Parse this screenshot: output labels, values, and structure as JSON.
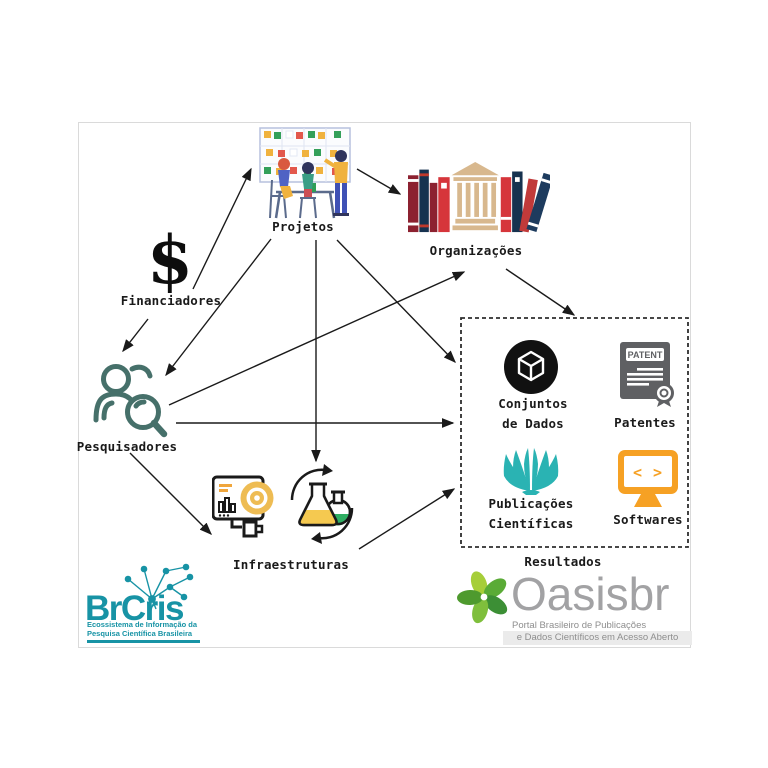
{
  "diagram": {
    "financiadores": {
      "label": "Financiadores",
      "icon_glyph": "$"
    },
    "projetos": {
      "label": "Projetos"
    },
    "organizacoes": {
      "label": "Organizações"
    },
    "pesquisadores": {
      "label": "Pesquisadores"
    },
    "infraestruturas": {
      "label": "Infraestruturas"
    },
    "resultados": {
      "box_label": "Resultados",
      "conjuntos": {
        "line1": "Conjuntos",
        "line2": "de Dados"
      },
      "patentes": {
        "label": "Patentes",
        "stamp_text": "PATENT"
      },
      "publicacoes": {
        "line1": "Publicações",
        "line2": "Científicas"
      },
      "softwares": {
        "label": "Softwares",
        "code_glyph": "< >"
      }
    },
    "icons": {
      "financiadores": "dollar-sign-icon",
      "projetos": "team-planning-board-illustration",
      "organizacoes": "library-books-building-icon",
      "pesquisadores": "person-magnifier-icon",
      "infraestruturas": [
        "monitor-data-disc-icon",
        "lab-flasks-cycle-icon"
      ],
      "conjuntos": "dataset-cube-icon",
      "patentes": "patent-document-seal-icon",
      "publicacoes": "open-book-icon",
      "softwares": "code-monitor-icon"
    },
    "connections": [
      "Financiadores → Projetos",
      "Financiadores → Pesquisadores",
      "Projetos → Pesquisadores",
      "Projetos → Organizações",
      "Projetos → Infraestruturas",
      "Projetos → Resultados",
      "Pesquisadores → Organizações",
      "Pesquisadores → Resultados",
      "Pesquisadores → Infraestruturas",
      "Organizações → Resultados",
      "Infraestruturas → Resultados"
    ]
  },
  "logos": {
    "brcris": {
      "name": "BrCris",
      "tagline_line1": "Ecossistema de Informação da",
      "tagline_line2": "Pesquisa Científica Brasileira"
    },
    "oasisbr": {
      "name": "Oasisbr",
      "tagline_line1": "Portal Brasileiro de Publicações",
      "tagline_line2": "e Dados Científicos em Acesso Aberto"
    }
  },
  "colors": {
    "arrow": "#1a1a1a",
    "label_text": "#1a1a1a",
    "pesquisadores_teal": "#46706a",
    "publicacoes_teal": "#2ab3b3",
    "softwares_orange": "#f6a124",
    "patent_gray": "#5f6063",
    "dataset_black": "#111111",
    "disc_gold": "#eebc53",
    "flask_yellow": "#f5c950",
    "flask_green": "#2fae62",
    "brcris_teal": "#1793a5",
    "oasisbr_green": "#6ab33e",
    "oasisbr_text_gray": "#a2a2a4"
  }
}
